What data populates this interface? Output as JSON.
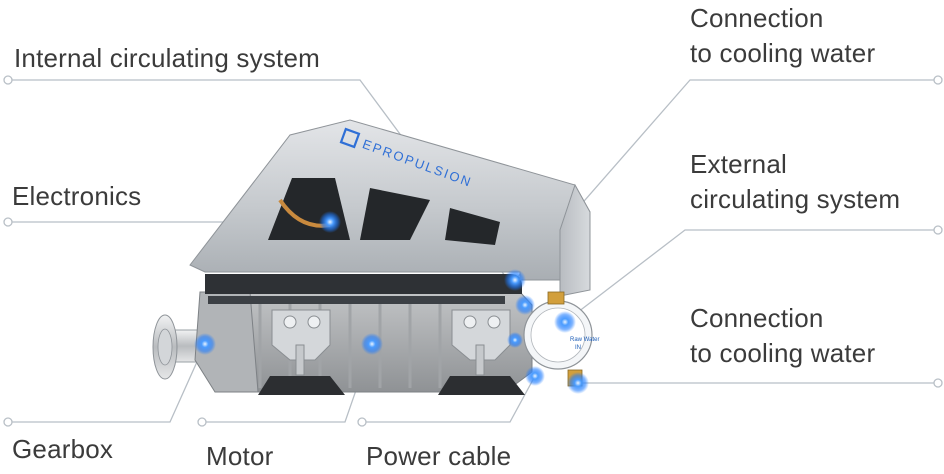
{
  "colors": {
    "accent_glow": "#1e7bff",
    "leader_line": "#b8bfc6",
    "text": "#3b3b3b",
    "housing": "#c9ccd0",
    "brand_text": "#2f6fd6"
  },
  "brand": {
    "name": "EPROPULSION",
    "logo_icon": "epropulsion-logo-icon"
  },
  "pump_plate": {
    "line1": "Raw Water",
    "line2": "IN"
  },
  "labels": {
    "internal_circulating": "Internal circulating system",
    "connection_top_1": "Connection",
    "connection_top_2": "to cooling water",
    "electronics": "Electronics",
    "external_1": "External",
    "external_2": "circulating system",
    "connection_bottom_1": "Connection",
    "connection_bottom_2": "to cooling water",
    "gearbox": "Gearbox",
    "motor": "Motor",
    "power_cable": "Power cable"
  }
}
